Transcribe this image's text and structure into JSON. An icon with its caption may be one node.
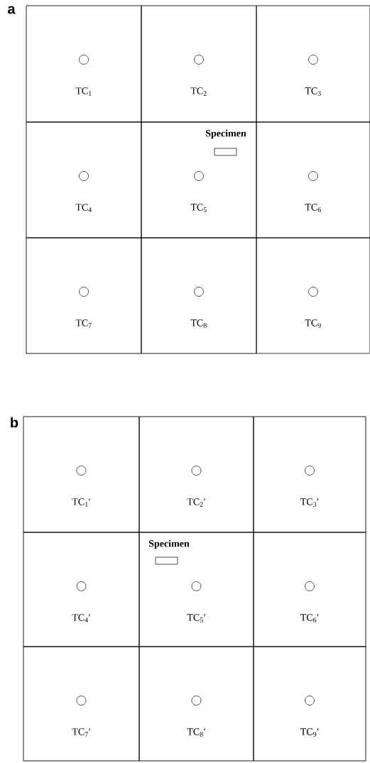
{
  "diagram": {
    "nodes": [
      {
        "text": [
          "TC$_{1}$"
        ]
      },
      {
        "text": [
          "TC$_{2}$"
        ]
      },
      {
        "text": [
          "TC$_{3}$"
        ]
      },
      {
        "text": [
          "TC$_{4}$"
        ]
      },
      {
        "text": [
          "TC$_{5}$"
        ]
      },
      {
        "text": [
          "TC$_{6}$"
        ]
      },
      {
        "text": [
          "TC$_{7}$"
        ]
      },
      {
        "text": [
          "TC$_{8}$"
        ]
      },
      {
        "text": [
          "TC$_{9}$"
        ]
      },
      {
        "text": [
          "Specimen"
        ],
        "in": 4
      },
      {
        "text": [
          "TC$_{1}$′"
        ]
      },
      {
        "text": [
          "TC$_{2}$′"
        ]
      },
      {
        "text": [
          "TC$_{3}$′"
        ]
      },
      {
        "text": [
          "TC$_{4}$′"
        ]
      },
      {
        "text": [
          "TC$_{5}$′"
        ]
      },
      {
        "text": [
          "TC$_{6}$′"
        ]
      },
      {
        "text": [
          "TC$_{7}$′"
        ]
      },
      {
        "text": [
          "TC$_{8}$′"
        ]
      },
      {
        "text": [
          "TC$_{9}$′"
        ]
      },
      {
        "text": [
          "Specimen"
        ],
        "in": 14
      }
    ],
    "labels": [
      "a",
      "b"
    ]
  }
}
